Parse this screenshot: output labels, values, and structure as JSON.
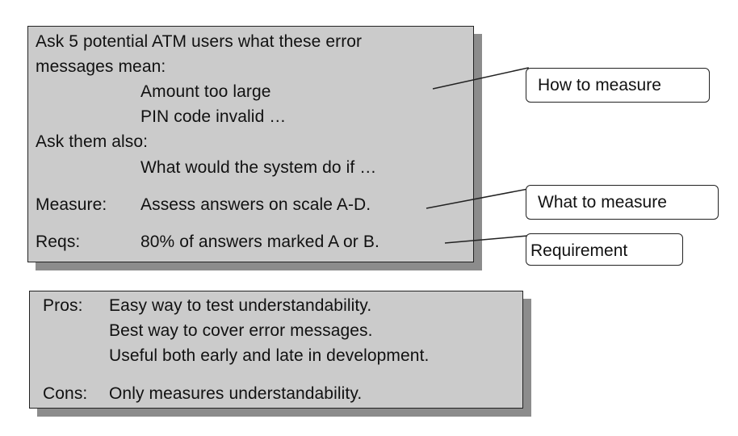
{
  "test_box": {
    "line1": "Ask 5 potential ATM users what these error",
    "line2": "messages mean:",
    "item1": "Amount too large",
    "item2": "PIN code invalid …",
    "line3": "Ask them also:",
    "item3": "What would the system do if …",
    "measure_label": "Measure:",
    "measure_text": "Assess answers on scale A-D.",
    "reqs_label": "Reqs:",
    "reqs_text": "80% of answers marked A or B."
  },
  "callouts": {
    "how": "How to measure",
    "what": "What to measure",
    "requirement": "Requirement"
  },
  "pros_cons_box": {
    "pros_label": "Pros:",
    "pros_items": [
      "Easy way to test understandability.",
      "Best way to cover error messages.",
      "Useful both early and late in development."
    ],
    "cons_label": "Cons:",
    "cons_text": "Only measures understandability."
  }
}
